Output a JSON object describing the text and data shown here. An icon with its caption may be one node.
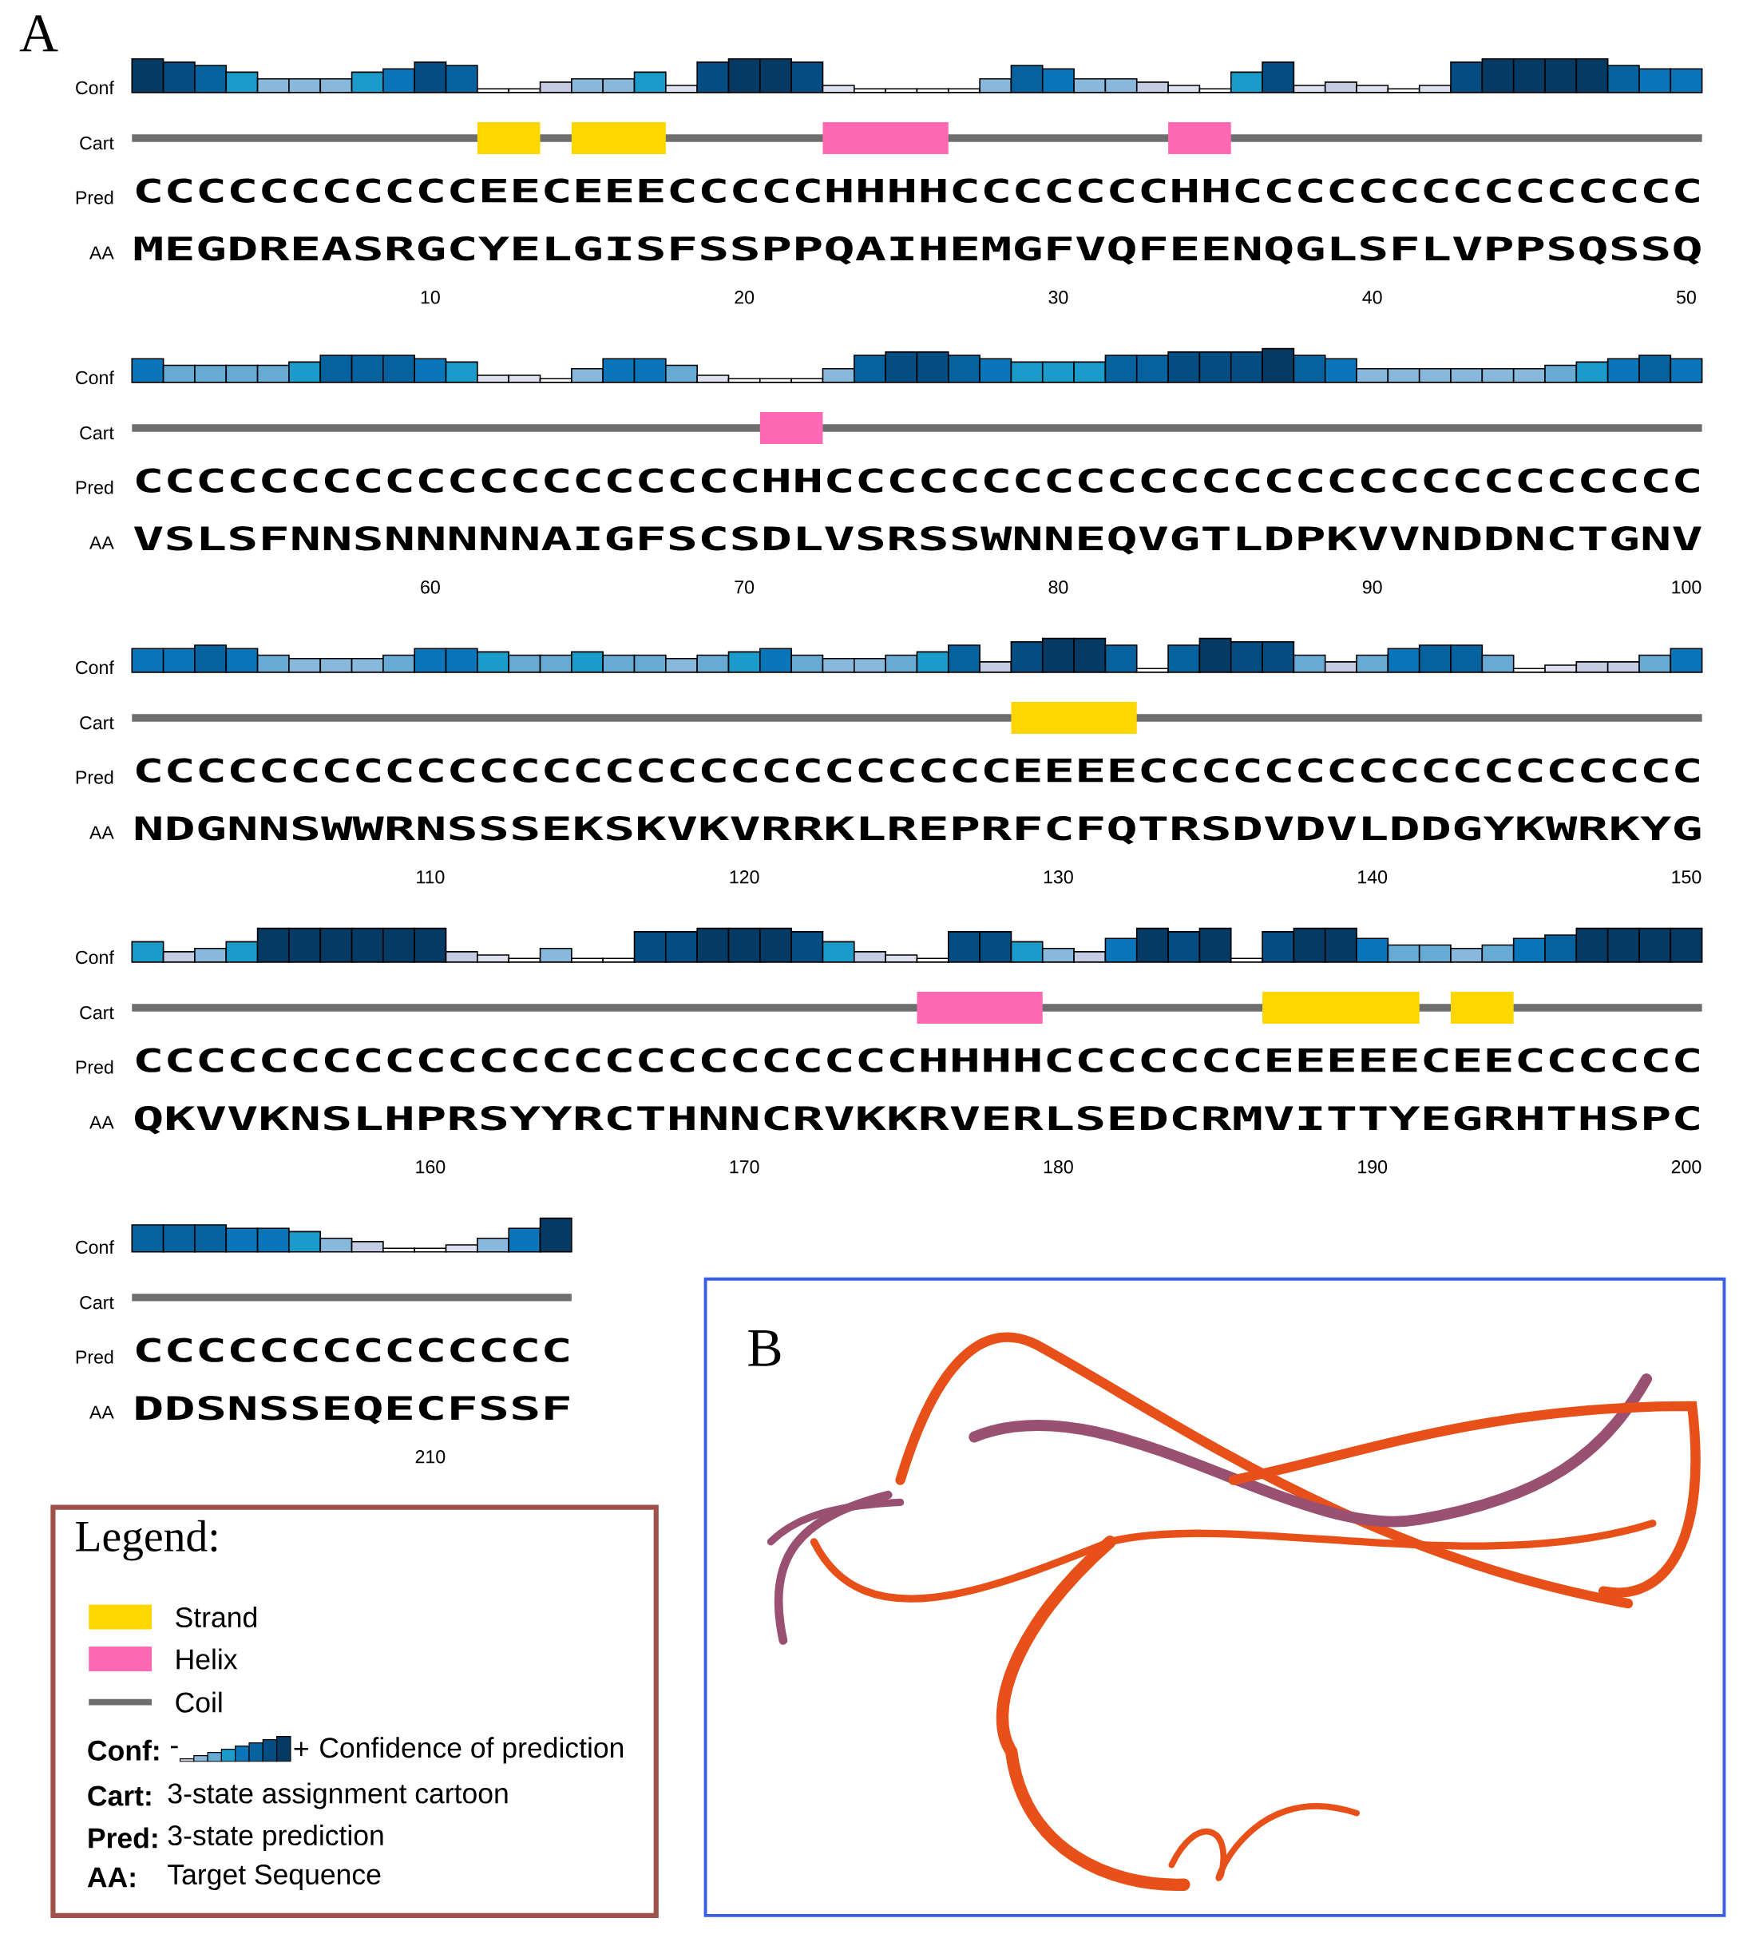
{
  "diagram": {
    "labels": [
      "A",
      "Conf",
      "Cart",
      "Pred",
      "CCCCCCCCCCCEECEEECCCCCHHHHCCCCCCCHHCCCCCCCCCCCCCCC",
      "AA",
      "MEGDREASRGCYELGISFSSPPQAIHEMGFVQFEENQGLSFLVPPSQSSQ",
      "10",
      "20",
      "30",
      "40",
      "50",
      "Conf",
      "Cart",
      "Pred",
      "CCCCCCCCCCCCCCCCCCCCHHCCCCCCCCCCCCCCCCCCCCCCCCCCCC",
      "AA",
      "VSLSFNNSNNNNNAIGFSCSDLVSRSSWNNEQVGTLDPKVVNDDNCTGNV",
      "60",
      "70",
      "80",
      "90",
      "100",
      "Conf",
      "Cart",
      "Pred",
      "CCCCCCCCCCCCCCCCCCCCCCCCCCCCEEEECCCCCCCCCCCCCCCCCC",
      "AA",
      "NDGNNSWWRNSSSEKSKVKVRRKLREPRFCFQTRSDVDVLDDGYKWRKYG",
      "110",
      "120",
      "130",
      "140",
      "150",
      "Conf",
      "Cart",
      "Pred",
      "CCCCCCCCCCCCCCCCCCCCCCCCCHHHHCCCCCCCEEEEECEECCCCCC",
      "AA",
      "QKVVKNSLHPRSYYRCTHNNCRVKKRVERLSEDCRMVITTYEGRHTHSPC",
      "160",
      "170",
      "180",
      "190",
      "200",
      "Conf",
      "Cart",
      "Pred",
      "CCCCCCCCCCCCCC",
      "AA",
      "DDSNSSEQECFSSF",
      "210",
      "B",
      "Legend:",
      "Conf:",
      "-",
      "+",
      "Confidence of prediction",
      "Cart:",
      "3-state assignment cartoon",
      "Pred:",
      "3-state prediction",
      "AA:",
      "Target Sequence"
    ],
    "legend": [
      {
        "text": "Strand",
        "color": "#ffd700"
      },
      {
        "text": "Helix",
        "color": "#ff69b4"
      },
      {
        "text": "Coil"
      }
    ]
  }
}
